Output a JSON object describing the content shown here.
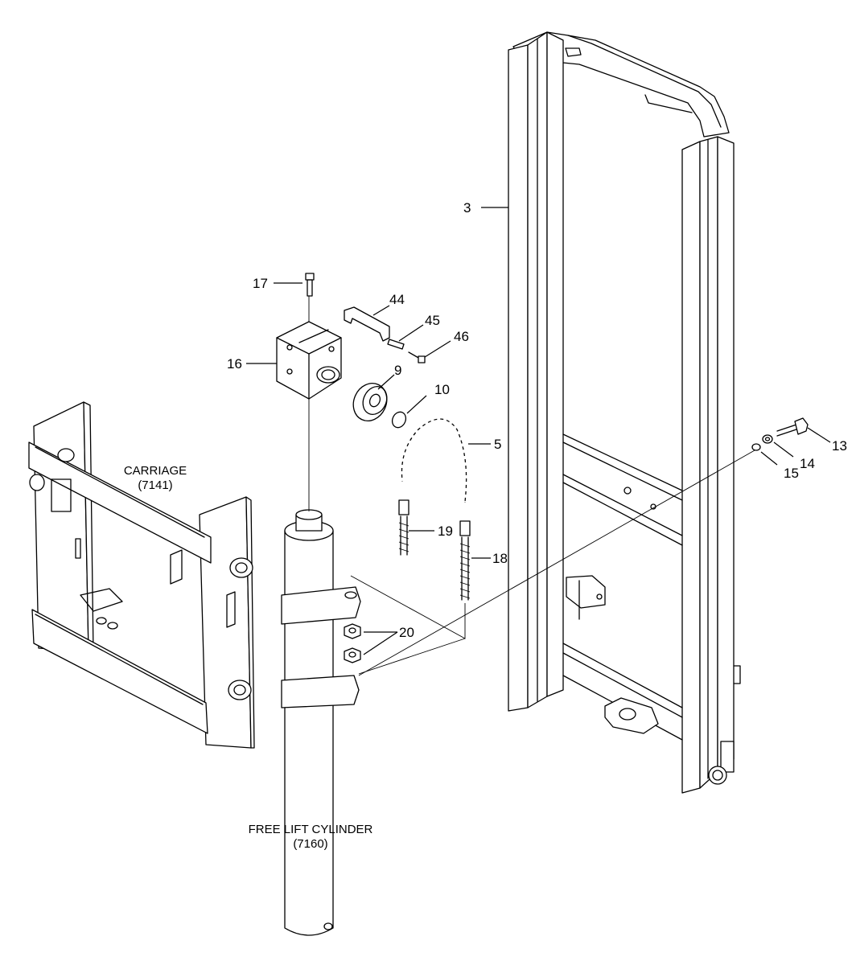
{
  "diagram": {
    "part_labels": {
      "p3": "3",
      "p17": "17",
      "p44": "44",
      "p45": "45",
      "p46": "46",
      "p16": "16",
      "p9": "9",
      "p10": "10",
      "p5": "5",
      "p13": "13",
      "p14": "14",
      "p15": "15",
      "p19": "19",
      "p18": "18",
      "p20": "20"
    },
    "assemblies": {
      "carriage_name": "CARRIAGE",
      "carriage_code": "(7141)",
      "cylinder_name": "FREE LIFT CYLINDER",
      "cylinder_code": "(7160)"
    }
  }
}
